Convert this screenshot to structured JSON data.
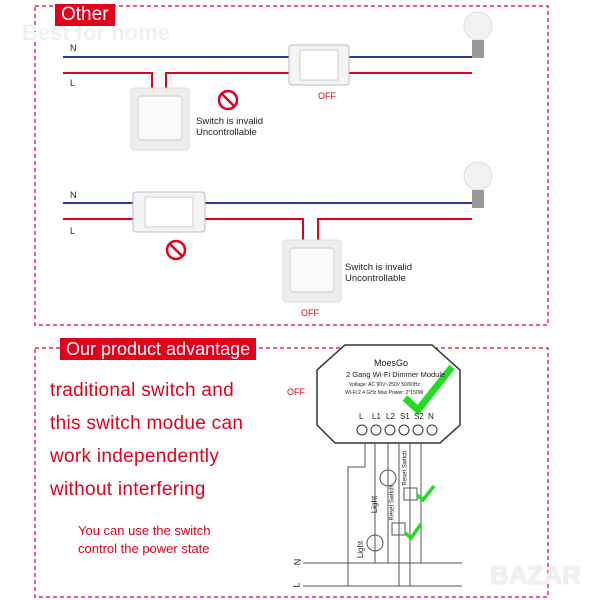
{
  "top_section": {
    "label": "Other",
    "watermark": "Best for home",
    "diagram1": {
      "n_label": "N",
      "l_label": "L",
      "note_line1": "Switch is invalid",
      "note_line2": "Uncontrollable",
      "state": "OFF"
    },
    "diagram2": {
      "n_label": "N",
      "l_label": "L",
      "note_line1": "Switch is invalid",
      "note_line2": "Uncontrollable",
      "state": "OFF"
    }
  },
  "bottom_section": {
    "label": "Our product advantage",
    "lines": [
      "traditional switch and",
      "this switch modue can",
      "work independently",
      "without interfering"
    ],
    "sub_lines": [
      "You can use the switch",
      "control the power state"
    ],
    "state": "OFF",
    "module": {
      "brand": "MoesGo",
      "name": "2 Gang Wi-Fi Dimmer Module",
      "spec1": "Voltage: AC 90V~250V  50/60Hz",
      "spec2": "Wi-Fi:2.4 GHz  Max Power: 2*150W",
      "terminals": [
        "L",
        "L1",
        "L2",
        "S1",
        "S2",
        "N"
      ]
    },
    "wiring": {
      "light1": "Light",
      "light2": "Light",
      "reset1": "Reset Switch",
      "reset2": "Reset Switch",
      "n_label": "N",
      "l_label": "L"
    },
    "watermark": "BAZAR"
  },
  "colors": {
    "accent": "#e3001b",
    "neutral_wire": "#2b3a8f",
    "check": "#22dd22"
  }
}
